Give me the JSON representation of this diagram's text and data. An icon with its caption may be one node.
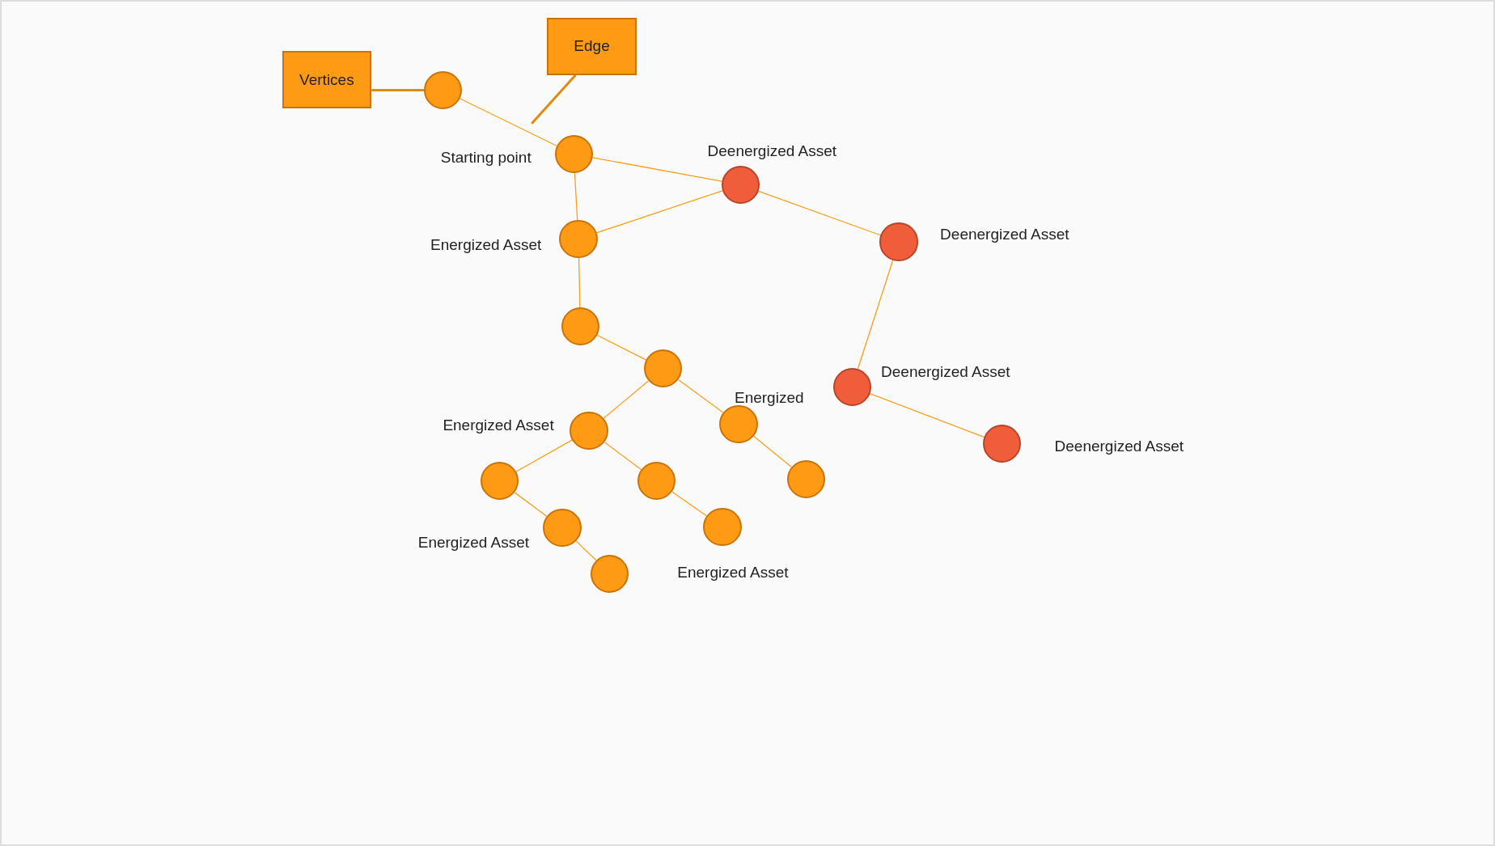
{
  "diagram": {
    "nodes": [
      {
        "text": [
          "Edge"
        ]
      },
      {
        "text": [
          "Vertices"
        ]
      },
      {
        "text": [],
        "shape": "circle"
      },
      {
        "text": [],
        "shape": "circle",
        "beside": [
          "Starting point"
        ]
      },
      {
        "text": [],
        "shape": "circle",
        "beside": [
          "Deenergized Asset"
        ]
      },
      {
        "text": [],
        "shape": "circle",
        "beside": [
          "Energized Asset"
        ]
      },
      {
        "text": [],
        "shape": "circle",
        "beside": [
          "Deenergized Asset"
        ]
      },
      {
        "text": [],
        "shape": "circle"
      },
      {
        "text": [],
        "shape": "circle"
      },
      {
        "text": [],
        "shape": "circle",
        "beside": [
          "Deenergized Asset"
        ]
      },
      {
        "text": [],
        "shape": "circle",
        "beside": [
          "Energized Asset"
        ]
      },
      {
        "text": [],
        "shape": "circle",
        "beside": [
          "Energized"
        ]
      },
      {
        "text": [],
        "shape": "circle",
        "beside": [
          "Deenergized Asset"
        ]
      },
      {
        "text": [],
        "shape": "circle"
      },
      {
        "text": [],
        "shape": "circle"
      },
      {
        "text": [],
        "shape": "circle"
      },
      {
        "text": [],
        "shape": "circle",
        "beside": [
          "Energized Asset"
        ]
      },
      {
        "text": [],
        "shape": "circle",
        "beside": [
          "Energized Asset"
        ]
      },
      {
        "text": [],
        "shape": "circle"
      }
    ],
    "edges": [
      {
        "from": 0,
        "to": null,
        "arrow": "none"
      },
      {
        "from": 1,
        "to": 2,
        "arrow": "none"
      },
      {
        "from": 2,
        "to": 3,
        "arrow": "none"
      },
      {
        "from": 3,
        "to": 4,
        "arrow": "none"
      },
      {
        "from": 3,
        "to": 5,
        "arrow": "none"
      },
      {
        "from": 5,
        "to": 4,
        "arrow": "none"
      },
      {
        "from": 4,
        "to": 6,
        "arrow": "none"
      },
      {
        "from": 5,
        "to": 7,
        "arrow": "none"
      },
      {
        "from": 7,
        "to": 8,
        "arrow": "none"
      },
      {
        "from": 6,
        "to": 9,
        "arrow": "none"
      },
      {
        "from": 8,
        "to": 10,
        "arrow": "none"
      },
      {
        "from": 8,
        "to": 11,
        "arrow": "none"
      },
      {
        "from": 9,
        "to": 12,
        "arrow": "none"
      },
      {
        "from": 10,
        "to": 13,
        "arrow": "none"
      },
      {
        "from": 10,
        "to": 14,
        "arrow": "none"
      },
      {
        "from": 11,
        "to": 15,
        "arrow": "none"
      },
      {
        "from": 13,
        "to": 16,
        "arrow": "none"
      },
      {
        "from": 14,
        "to": 17,
        "arrow": "none"
      },
      {
        "from": 16,
        "to": 18,
        "arrow": "none"
      }
    ]
  }
}
